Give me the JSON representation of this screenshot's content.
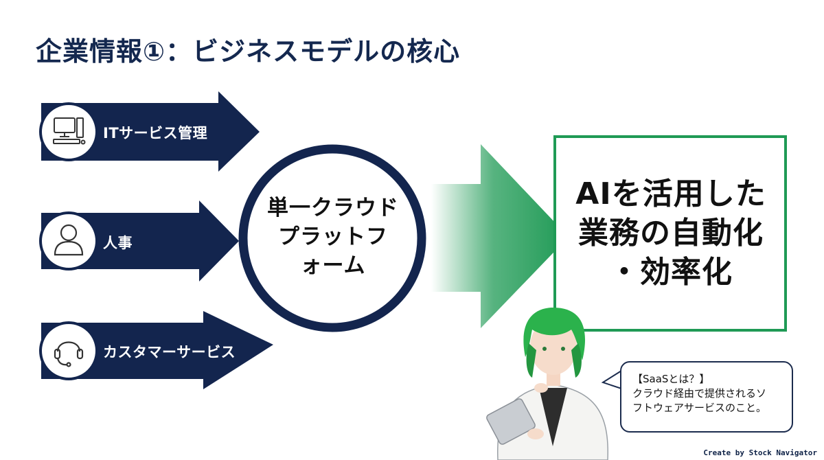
{
  "title": "企業情報①：ビジネスモデルの核心",
  "inputs": [
    {
      "label": "ITサービス管理",
      "icon": "computer-icon"
    },
    {
      "label": "人事",
      "icon": "person-icon"
    },
    {
      "label": "カスタマーサービス",
      "icon": "headset-icon"
    }
  ],
  "hub": {
    "line1": "単一クラウド",
    "line2": "プラットフ",
    "line3": "ォーム"
  },
  "result": {
    "line1": "AIを活用した",
    "line2": "業務の自動化",
    "line3": "・効率化"
  },
  "bubble": {
    "heading": "【SaaSとは？】",
    "line1": "クラウド経由で提供されるソ",
    "line2": "フトウェアサービスのこと。"
  },
  "credit": "Create by Stock Navigator",
  "colors": {
    "navy": "#13254e",
    "green": "#1f9a55"
  }
}
